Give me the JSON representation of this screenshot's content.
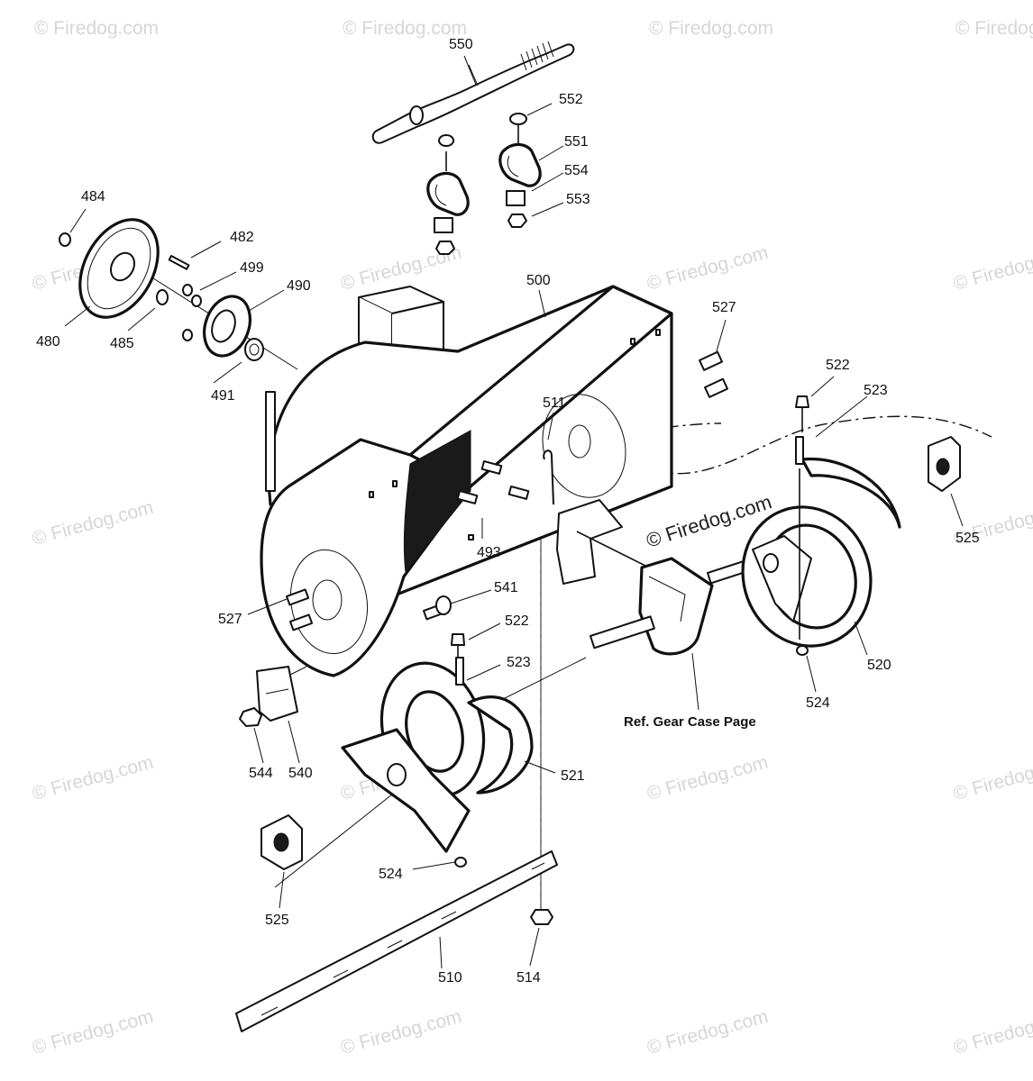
{
  "watermarks": {
    "small": "© Firedog.com",
    "center": "© Firedog.com"
  },
  "parts": {
    "p550": "550",
    "p552": "552",
    "p551": "551",
    "p554": "554",
    "p553": "553",
    "p484": "484",
    "p482": "482",
    "p499": "499",
    "p490": "490",
    "p480": "480",
    "p485": "485",
    "p491": "491",
    "p500": "500",
    "p527a": "527",
    "p522a": "522",
    "p523a": "523",
    "p511": "511",
    "p525a": "525",
    "p493": "493",
    "p541": "541",
    "p527b": "527",
    "p522b": "522",
    "p523b": "523",
    "p520": "520",
    "p524a": "524",
    "p544": "544",
    "p540": "540",
    "p521": "521",
    "p524b": "524",
    "p525b": "525",
    "p510": "510",
    "p514": "514"
  },
  "reference": {
    "gear_case": "Ref. Gear Case Page"
  }
}
